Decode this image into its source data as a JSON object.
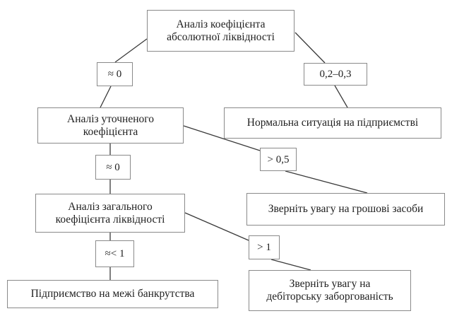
{
  "nodes": {
    "root": {
      "line1": "Аналіз коефіцієнта",
      "line2": "абсолютної ліквідності"
    },
    "cond_root_left": "≈ 0",
    "cond_root_right": "0,2–0,3",
    "normal": "Нормальна ситуація на підприємстві",
    "quick": {
      "line1": "Аналіз уточненого",
      "line2": "коефіцієнта"
    },
    "cond_quick_down": "≈ 0",
    "cond_quick_right": "> 0,5",
    "cash": "Зверніть увагу на грошові засоби",
    "current": {
      "line1": "Аналіз загального",
      "line2": "коефіцієнта ліквідності"
    },
    "cond_current_down": "≈< 1",
    "cond_current_right": "> 1",
    "bankruptcy": "Підприємство на межі банкрутства",
    "receivables": {
      "line1": "Зверніть увагу на",
      "line2": "дебіторську заборгованість"
    }
  }
}
